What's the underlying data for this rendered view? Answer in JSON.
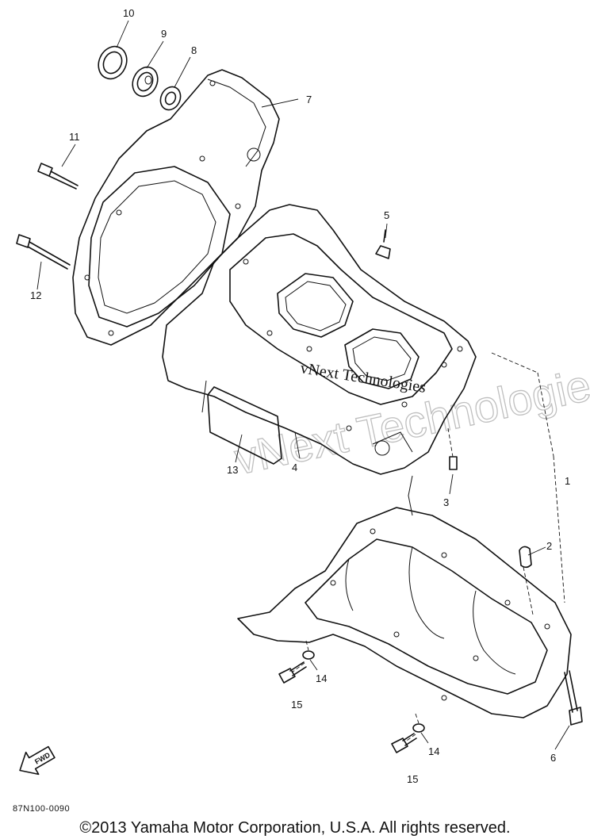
{
  "callouts": [
    "1",
    "2",
    "3",
    "4",
    "5",
    "6",
    "7",
    "8",
    "9",
    "10",
    "11",
    "12",
    "13",
    "14",
    "14",
    "15",
    "15"
  ],
  "badge": {
    "label": "FWD"
  },
  "watermark": {
    "large_text": "vNext Technologies",
    "small_text": "vNext Technologies"
  },
  "ref_code": "87N100-0090",
  "copyright": "©2013 Yamaha Motor Corporation, U.S.A. All rights reserved."
}
